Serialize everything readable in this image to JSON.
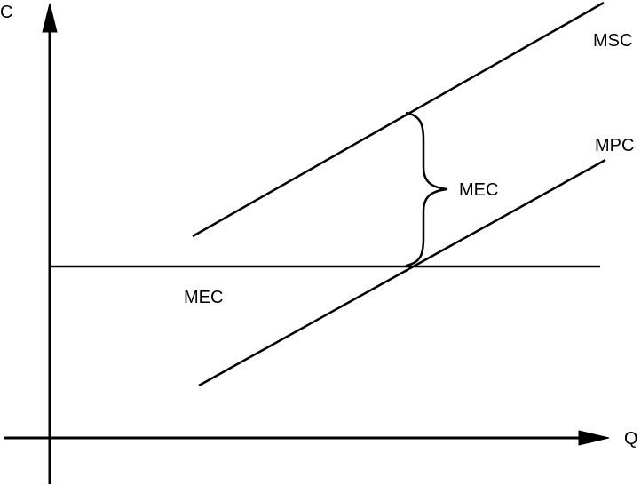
{
  "axes": {
    "y_label": "C",
    "x_label": "Q"
  },
  "curves": {
    "msc_label": "MSC",
    "mpc_label": "MPC",
    "mec_horizontal_label": "MEC"
  },
  "annotation": {
    "brace_label": "MEC"
  },
  "colors": {
    "ink": "#000000",
    "background": "#ffffff"
  }
}
